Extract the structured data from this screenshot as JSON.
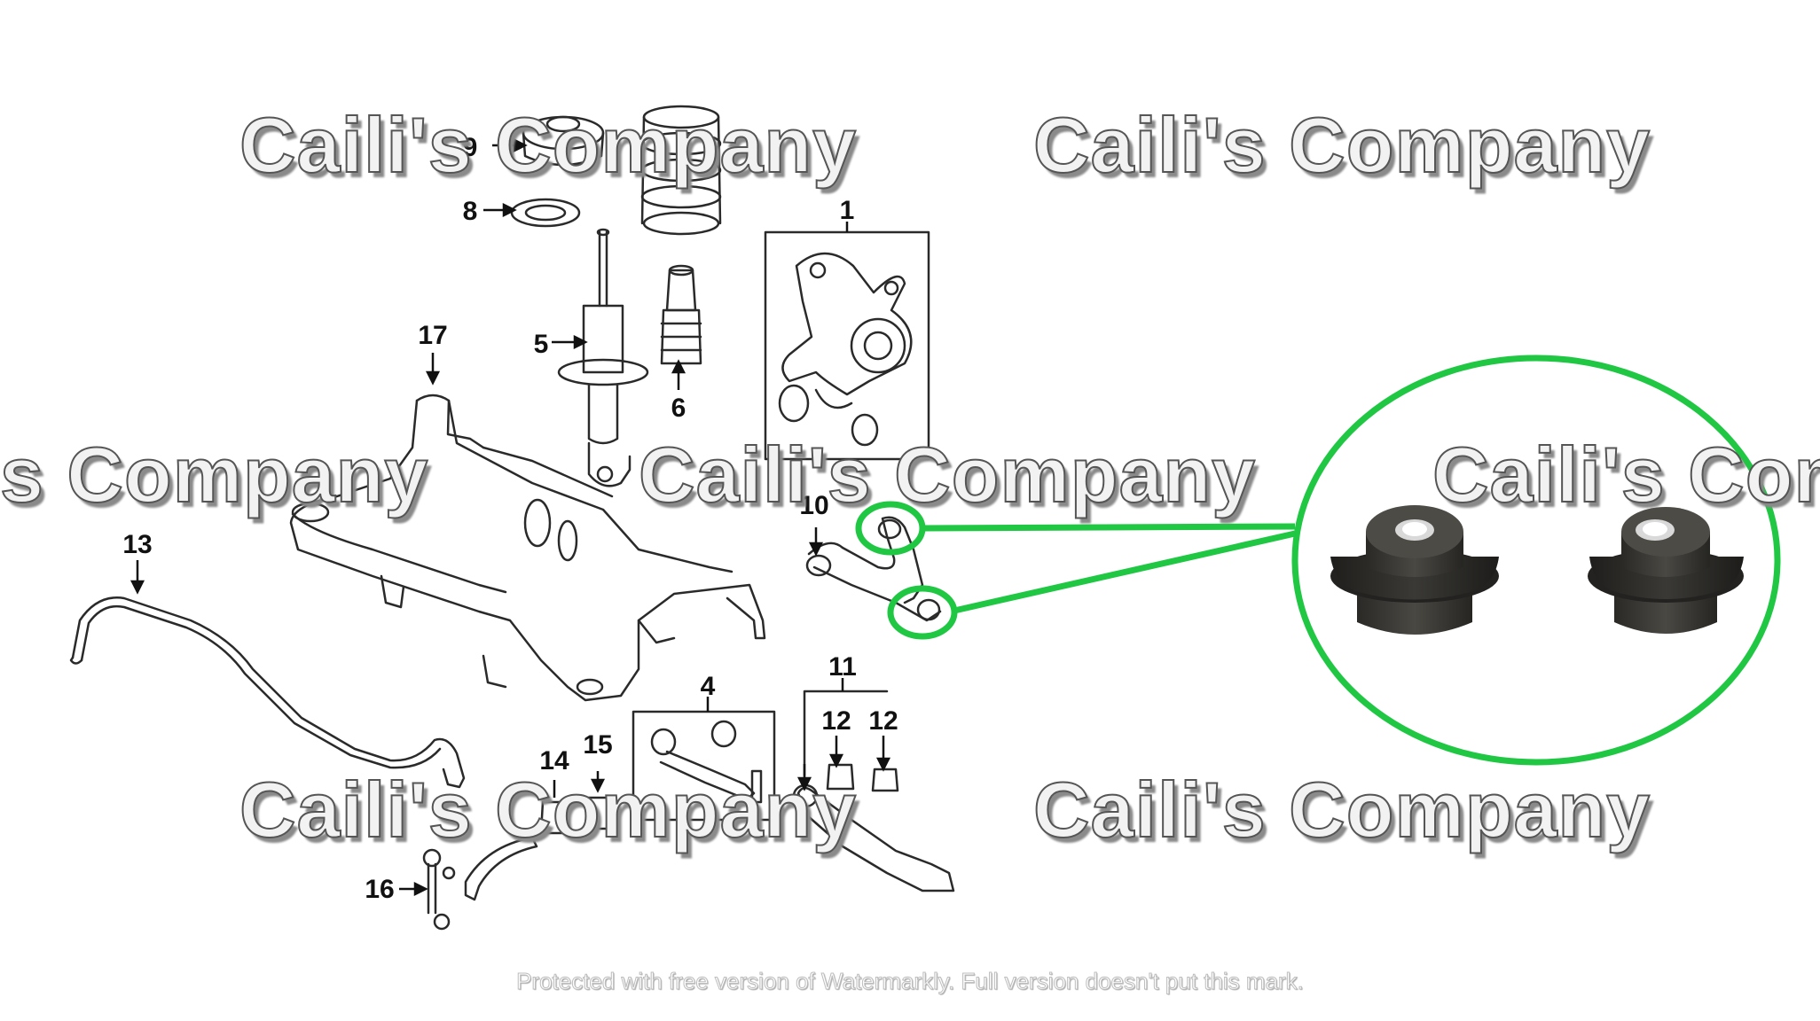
{
  "watermark": {
    "text": "Caili's Company",
    "visible_fragment_left": "s Company",
    "visible_fragment_right": "Caili's Comp"
  },
  "footer_notice": "Protected with free version of Watermarkly. Full version doesn't put this mark.",
  "callouts": [
    "1",
    "4",
    "5",
    "6",
    "8",
    "9",
    "10",
    "11",
    "12",
    "12",
    "13",
    "14",
    "15",
    "16",
    "17"
  ],
  "colors": {
    "highlight": "#1fc743",
    "line": "#2a2a2a",
    "bushing_dark": "#2e2d2a",
    "bushing_rubber": "#3f3e3a"
  },
  "icons": [
    "bushing-photo",
    "rear-subframe",
    "stabilizer-bar",
    "coil-spring",
    "shock-absorber",
    "knuckle"
  ]
}
